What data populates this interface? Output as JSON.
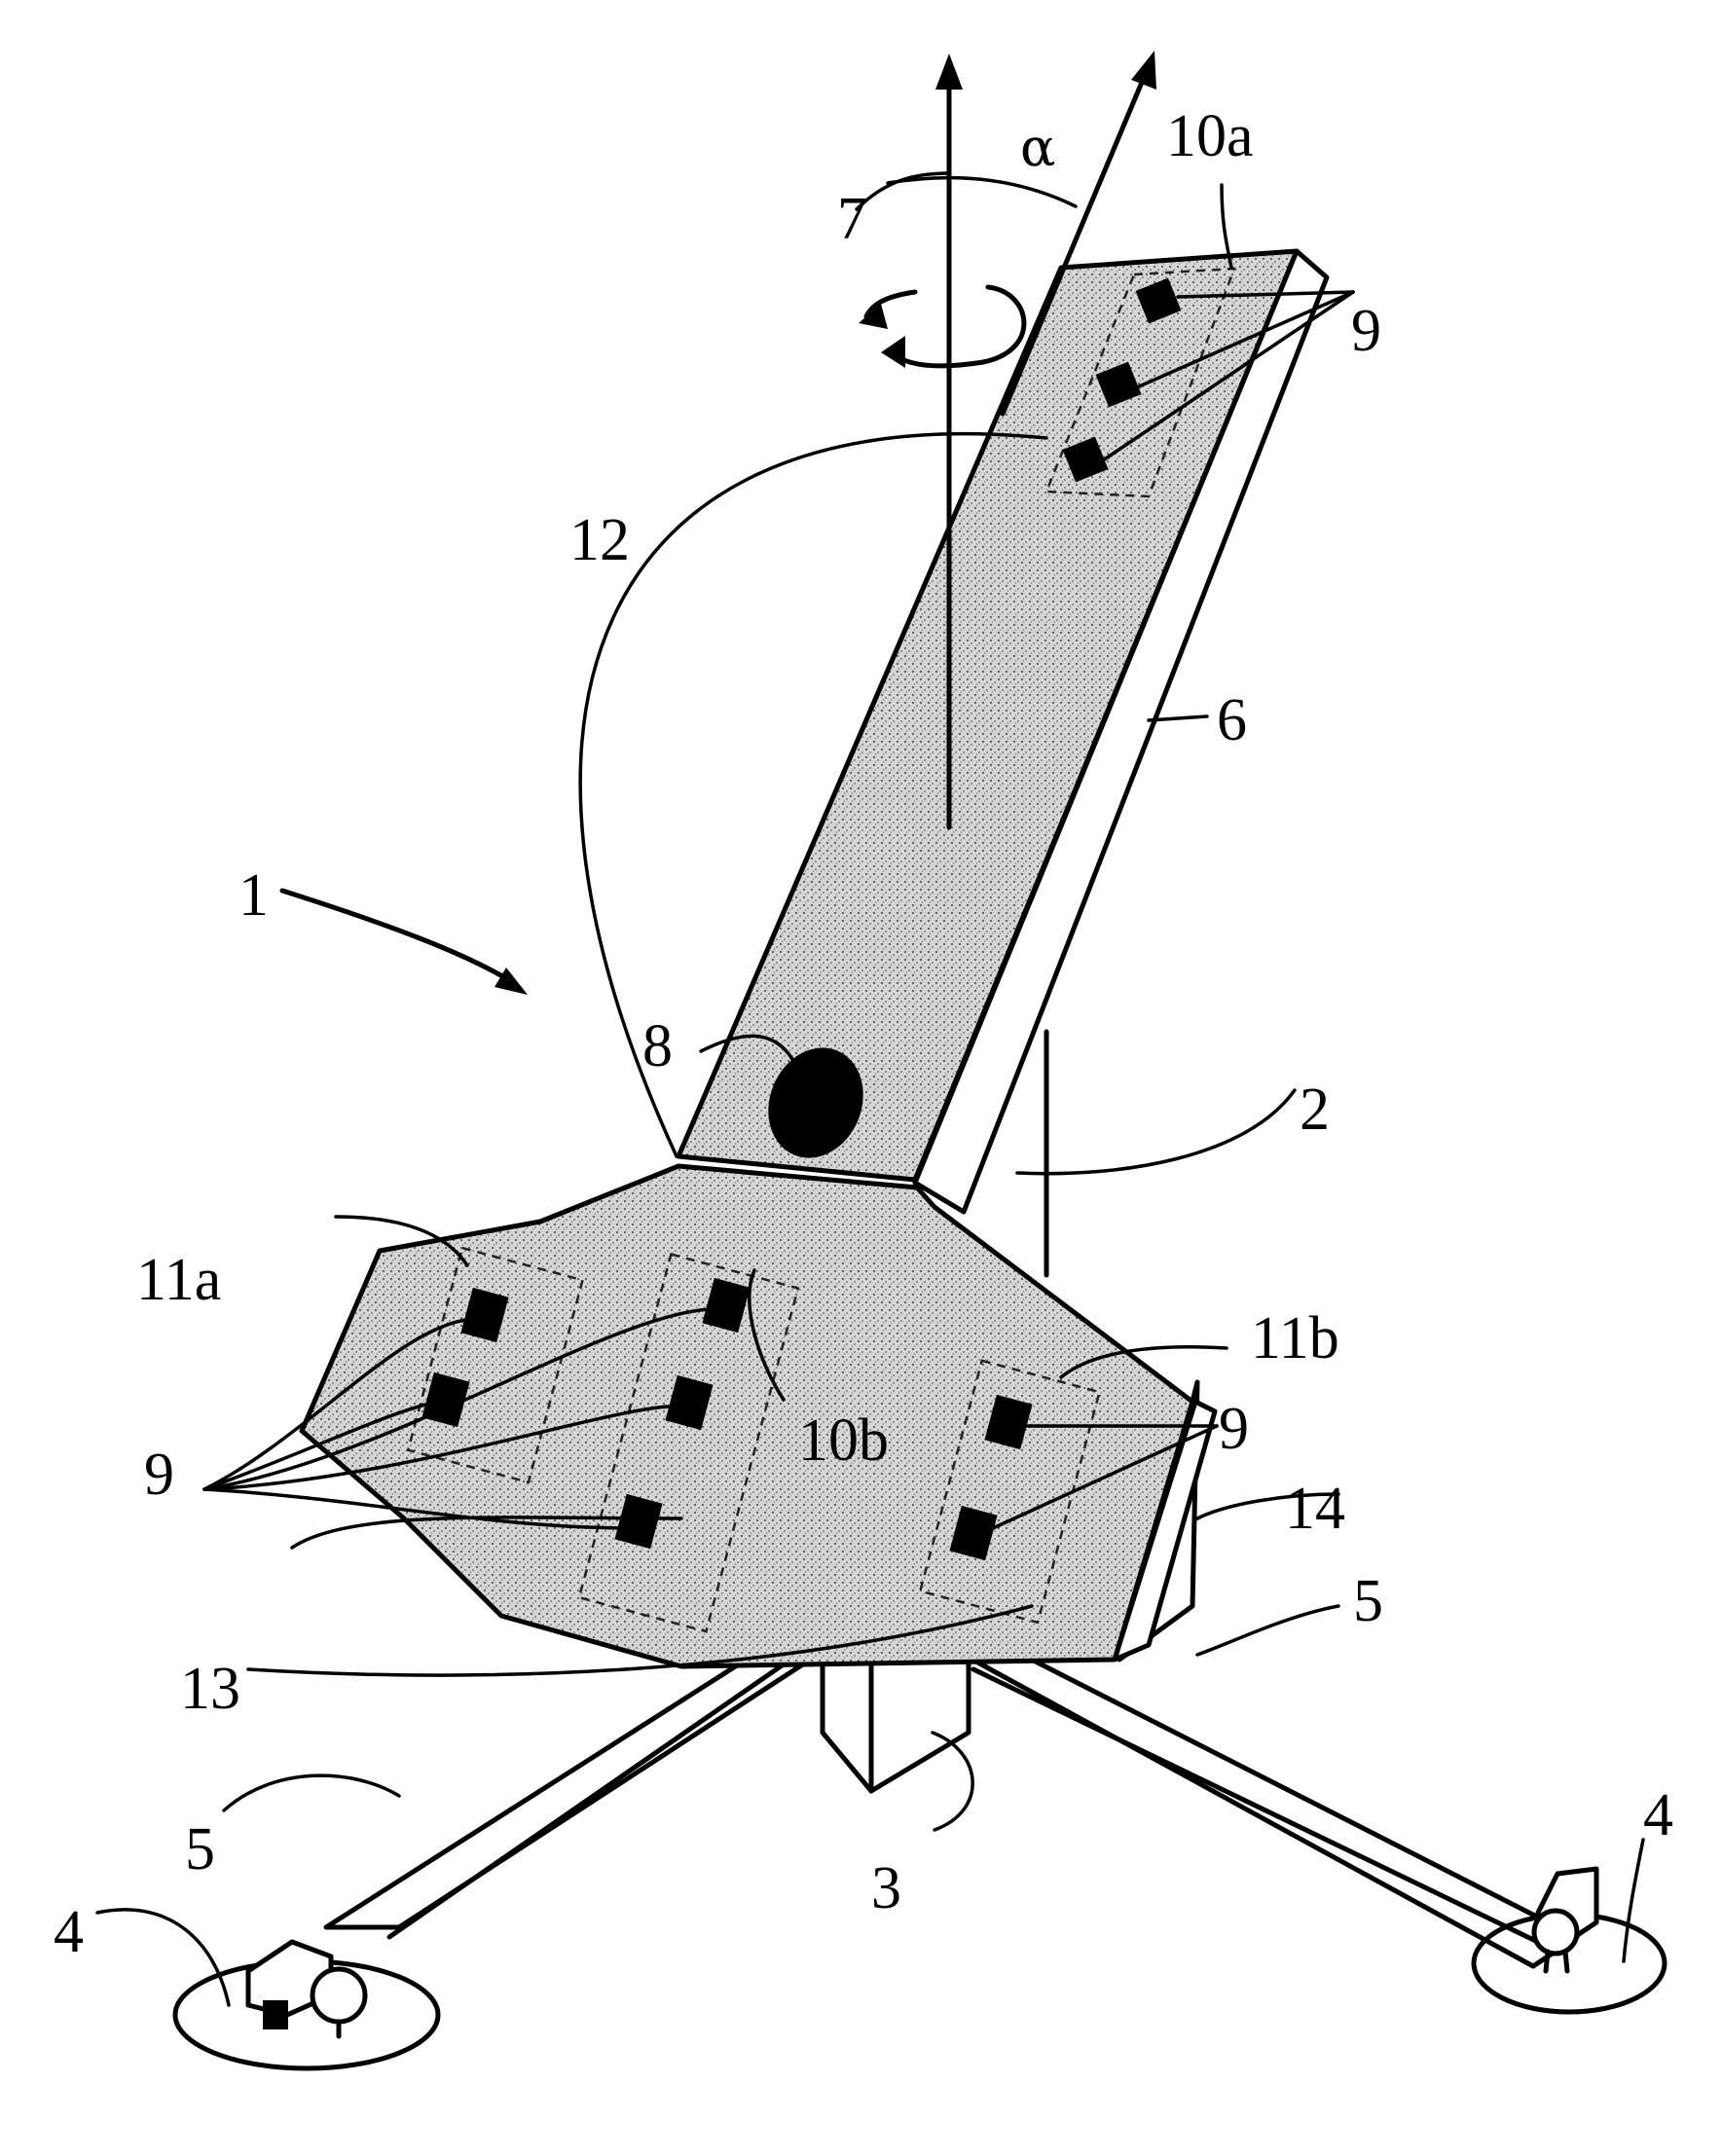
{
  "labels": {
    "alpha": "α",
    "l1": "1",
    "l2": "2",
    "l3": "3",
    "l4_left": "4",
    "l4_right": "4",
    "l5_left": "5",
    "l5_right": "5",
    "l6": "6",
    "l7": "7",
    "l8": "8",
    "l9_top": "9",
    "l9_left": "9",
    "l9_right": "9",
    "l10a": "10a",
    "l10b": "10b",
    "l11a": "11a",
    "l11b": "11b",
    "l12": "12",
    "l13": "13",
    "l14": "14"
  },
  "colors": {
    "ink": "#000000",
    "panel_fill": "#c8c8c8",
    "background": "#ffffff"
  }
}
